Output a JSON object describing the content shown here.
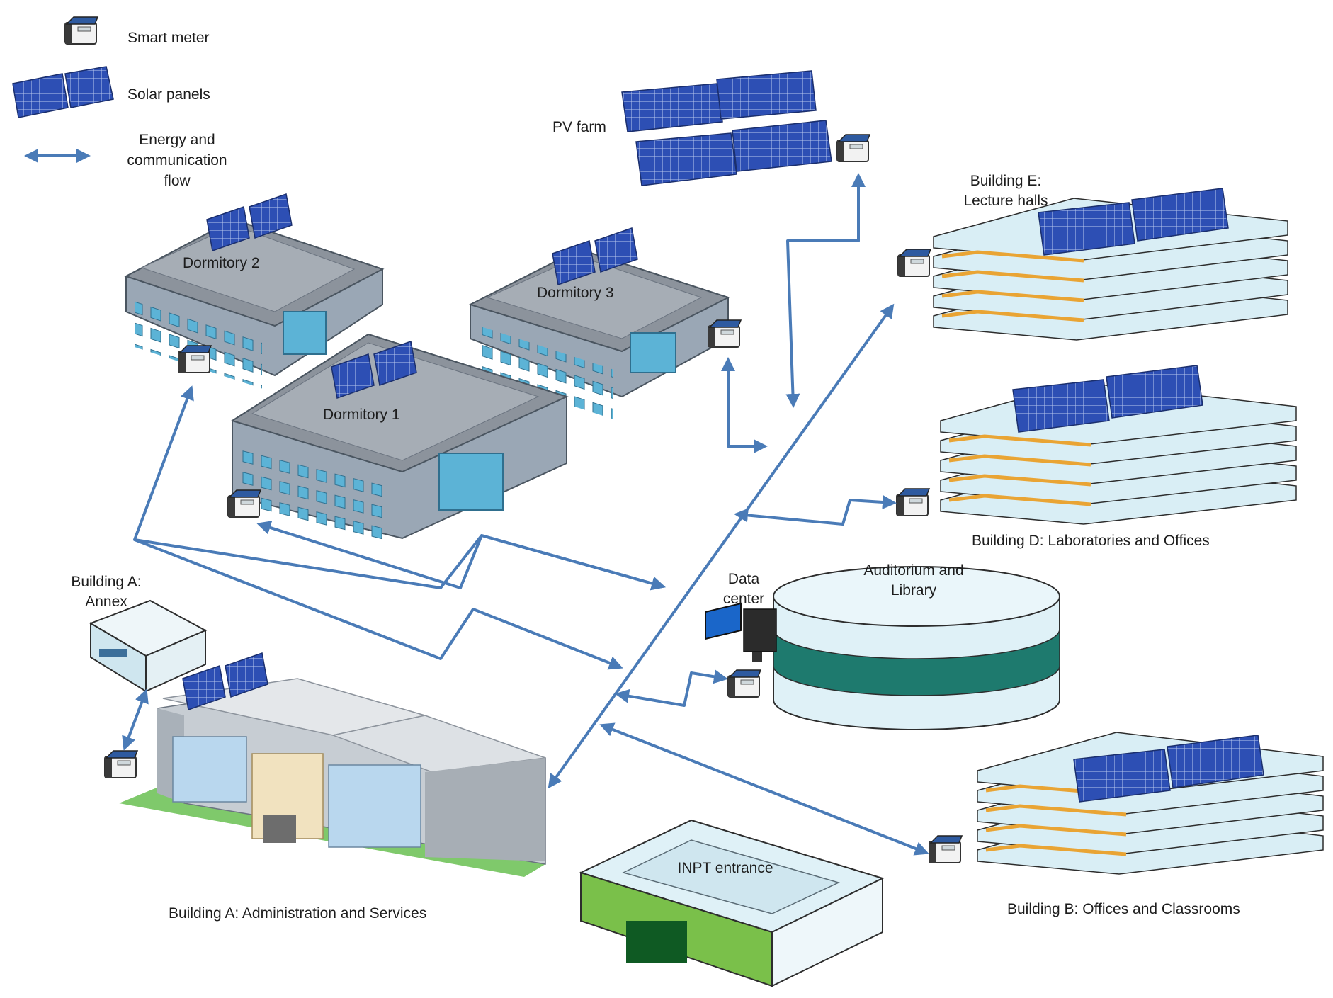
{
  "legend": {
    "smart_meter": "Smart meter",
    "solar_panels": "Solar panels",
    "flow_line1": "Energy and",
    "flow_line2": "communication",
    "flow_line3": "flow"
  },
  "labels": {
    "pv_farm": "PV farm",
    "dormitory_2": "Dormitory 2",
    "dormitory_3": "Dormitory 3",
    "dormitory_1": "Dormitory 1",
    "building_e_line1": "Building E:",
    "building_e_line2": "Lecture halls",
    "building_d": "Building D: Laboratories and Offices",
    "data_center_line1": "Data",
    "data_center_line2": "center",
    "auditorium_line1": "Auditorium and",
    "auditorium_line2": "Library",
    "annex_line1": "Building A:",
    "annex_line2": "Annex",
    "building_a": "Building A: Administration and Services",
    "inpt_entrance": "INPT entrance",
    "building_b": "Building B: Offices and Classrooms"
  },
  "colors": {
    "flow_arrow": "#4a7bb7",
    "solar_panel": "#2d4fb4",
    "building_roof": "#8c939c",
    "building_wall": "#9aa7b5",
    "window": "#5cb3d6",
    "auditorium_band": "#1e7a6e",
    "lawn": "#7fc96b"
  },
  "icons": [
    "smart-meter-icon",
    "solar-panel-icon",
    "double-arrow-icon"
  ]
}
